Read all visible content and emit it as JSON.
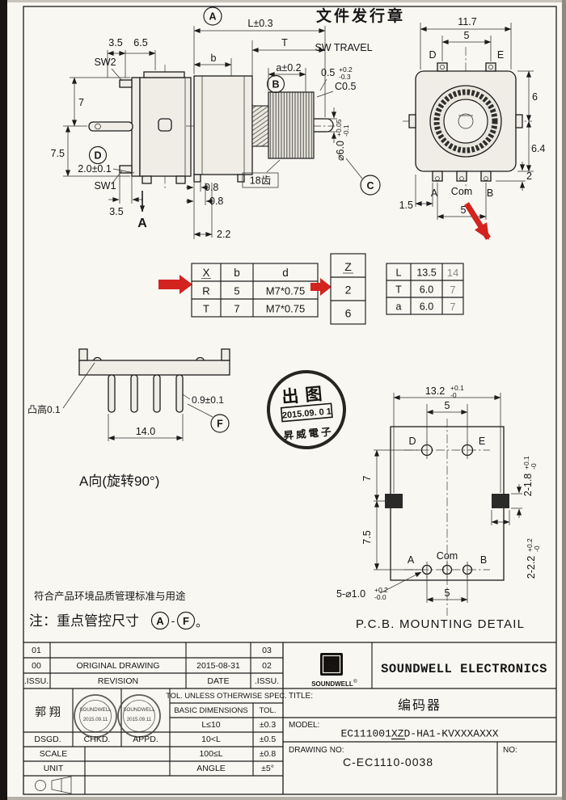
{
  "header": {
    "doc_stamp": "文件发行章"
  },
  "side_view": {
    "dim_3_5_top": "3.5",
    "dim_6_5": "6.5",
    "sw2": "SW2",
    "dim_7": "7",
    "dim_7_5": "7.5",
    "dim_2_0": "2.0±0.1",
    "callout_d": "D",
    "sw1": "SW1",
    "dim_3_5_bottom": "3.5",
    "view_arrow_label": "A"
  },
  "shaft_view": {
    "callout_a": "A",
    "dim_L": "L±0.3",
    "dim_T": "T",
    "dim_b": "b",
    "dim_a": "a±0.2",
    "callout_b": "B",
    "sw_travel": "SW TRAVEL",
    "dim_sw": {
      "value": "0.5",
      "tol_up": "+0.2",
      "tol_dn": "-0.3"
    },
    "chamfer": "C0.5",
    "teeth": "18齿",
    "dia": {
      "value": "⌀6.0",
      "tol_up": "+0.05",
      "tol_dn": "-0.1"
    },
    "callout_c": "C",
    "dim_0_8_a": "0.8",
    "dim_0_8_b": "0.8",
    "dim_2_2": "2.2"
  },
  "face_view": {
    "dim_11_7": "11.7",
    "dim_5_top": "5",
    "pin_d": "D",
    "pin_e": "E",
    "dim_6": "6",
    "dim_6_4": "6.4",
    "dim_2": "2",
    "pin_a": "A",
    "pin_com": "Com",
    "pin_b": "B",
    "dim_1_5": "1.5",
    "dim_5_bottom": "5"
  },
  "table_xbd": {
    "headers": [
      "X",
      "b",
      "d"
    ],
    "rows": [
      [
        "R",
        "5",
        "M7*0.75"
      ],
      [
        "T",
        "7",
        "M7*0.75"
      ]
    ]
  },
  "table_z": {
    "header": "Z",
    "rows": [
      "2",
      "6"
    ]
  },
  "table_lta": {
    "rows": [
      [
        "L",
        "13.5",
        "14"
      ],
      [
        "T",
        "6.0",
        "7"
      ],
      [
        "a",
        "6.0",
        "7"
      ]
    ]
  },
  "a_view": {
    "bump_label": "凸高0.1",
    "dim_0_9": "0.9±0.1",
    "callout_f": "F",
    "dim_14": "14.0",
    "caption": "A向(旋转90°)"
  },
  "release_stamp": {
    "line1": "出图",
    "date": "2015.09. 0 1",
    "company": "昇威電子"
  },
  "pcb": {
    "dim_13_2": {
      "value": "13.2",
      "tol_up": "+0.1",
      "tol_dn": "-0"
    },
    "dim_5_top": "5",
    "hole_d": "D",
    "hole_e": "E",
    "dim_7": "7",
    "dim_7_5": "7.5",
    "dim_pads_w": {
      "value": "2-1.8",
      "tol_up": "+0.1",
      "tol_dn": "-0"
    },
    "dim_pads_h": {
      "value": "2-2.2",
      "tol_up": "+0.2",
      "tol_dn": "-0"
    },
    "hole_a": "A",
    "hole_com": "Com",
    "hole_b": "B",
    "dim_holes": {
      "value": "5-⌀1.0",
      "tol_up": "+0.2",
      "tol_dn": "-0.0"
    },
    "dim_5_bottom": "5",
    "caption": "P.C.B. MOUNTING DETAIL"
  },
  "notes": {
    "line1": "符合产品环境品质管理标准与用途",
    "line2_prefix": "注：重点管控尺寸",
    "callout_a": "A",
    "dash": "-",
    "callout_f": "F",
    "period": "。"
  },
  "title_block": {
    "revision_table": {
      "rows": [
        {
          "issu": "01",
          "desc": "",
          "date": "",
          "issu2": "03"
        },
        {
          "issu": "00",
          "desc": "ORIGINAL DRAWING",
          "date": "2015-08-31",
          "issu2": "02"
        }
      ],
      "headers": [
        ".ISSU.",
        "REVISION",
        "DATE",
        ".ISSU."
      ]
    },
    "designer_name": "郭 翔",
    "approval_stamps": [
      {
        "arc": "SOUNDWELL",
        "date": "2015.09.11"
      },
      {
        "arc": "SOUNDWELL",
        "date": "2015.09.11"
      }
    ],
    "sig_labels": {
      "dsgd": "DSGD.",
      "chkd": "CHKD.",
      "appd": "APPD.",
      "scale": "SCALE",
      "unit": "UNIT"
    },
    "tol_table": {
      "header": "TOL. UNLESS OTHERWISE SPEC.",
      "col_headers": [
        "BASIC DIMENSIONS",
        "TOL."
      ],
      "rows": [
        [
          "L≤10",
          "±0.3"
        ],
        [
          "10<L",
          "±0.5"
        ],
        [
          "100≤L",
          "±0.8"
        ],
        [
          "ANGLE",
          "±5°"
        ]
      ]
    },
    "logo_mark": "S",
    "logo_text": "SOUNDWELL",
    "registered": "®",
    "company": "SOUNDWELL ELECTRONICS",
    "title_label": "TITLE:",
    "title_value": "编码器",
    "model_label": "MODEL:",
    "model_value": "EC111001XZD-HA1-KVXXXAXXX",
    "drawing_label": "DRAWING NO:",
    "drawing_value": "C-EC1110-0038",
    "no_label": "NO:"
  }
}
